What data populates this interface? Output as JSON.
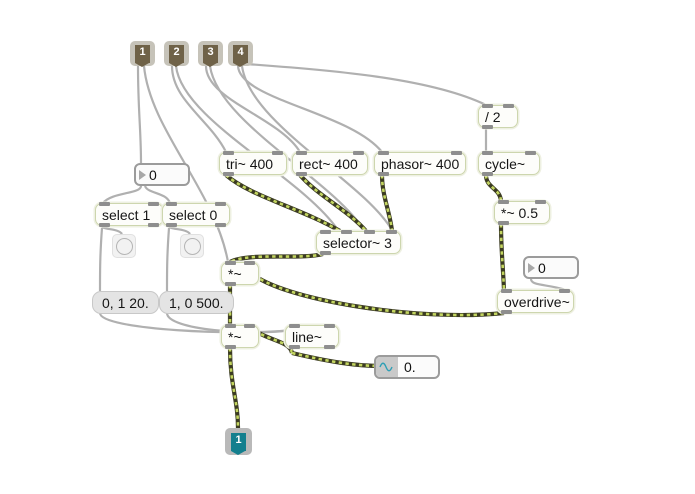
{
  "app": {
    "title": "Max/MSP signal patch",
    "canvas_bg": "#ffffff",
    "signal_cord_color": "#b5c94a",
    "control_cord_color": "#b0b0b0",
    "object_border_color": "#cdd6ae",
    "accent_teal": "#137f8e",
    "button_brown": "#6f6248"
  },
  "buttons": [
    {
      "label": "1",
      "name": "number-button-1"
    },
    {
      "label": "2",
      "name": "number-button-2"
    },
    {
      "label": "3",
      "name": "number-button-3"
    },
    {
      "label": "4",
      "name": "number-button-4"
    }
  ],
  "objects": {
    "div2": "/ 2",
    "cycle": "cycle~",
    "times_half": "*~ 0.5",
    "tri": "tri~ 400",
    "rect": "rect~ 400",
    "phasor": "phasor~ 400",
    "selector": "selector~ 3",
    "times_a": "*~",
    "times_b": "*~",
    "line": "line~",
    "overdrive": "overdrive~",
    "select_1": "select 1",
    "select_0": "select 0"
  },
  "messages": {
    "ramp_up": "0, 1 20.",
    "ramp_down": "1, 0 500."
  },
  "number_boxes": {
    "toggle_value": "0",
    "overdrive_value": "0"
  },
  "signal_box": {
    "value": "0.",
    "icon": "sine-wave-icon"
  },
  "output": {
    "label": "1"
  }
}
